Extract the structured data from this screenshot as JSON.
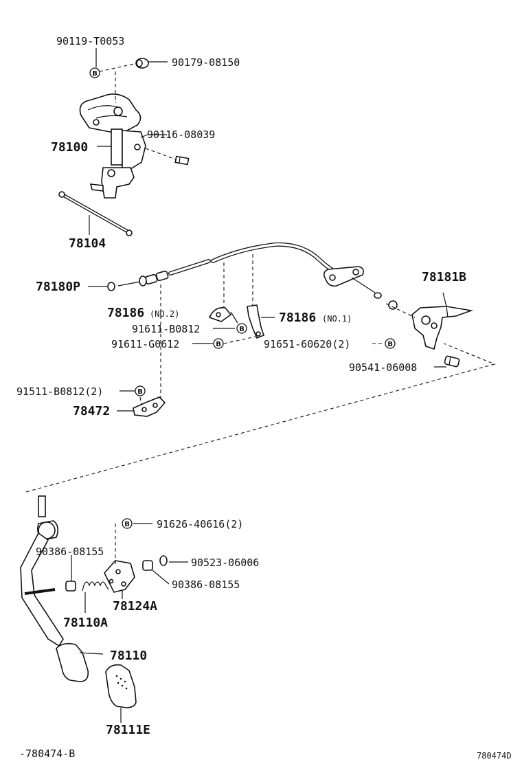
{
  "labels": {
    "p90119": "90119-T0053",
    "p90179": "90179-08150",
    "p90116": "90116-08039",
    "p78100": "78100",
    "p78104": "78104",
    "p78180": "78180P",
    "p78181": "78181B",
    "p78186a": "78186",
    "p78186a_note": "(NO.2)",
    "p91611b": "91611-B0812",
    "p78186b": "78186",
    "p78186b_note": "(NO.1)",
    "p91611g": "91611-G0612",
    "p91651": "91651-60620(2)",
    "p90541": "90541-06008",
    "p91511": "91511-B0812(2)",
    "p78472": "78472",
    "p91626": "91626-40616(2)",
    "p90386a": "90386-08155",
    "p90523": "90523-06006",
    "p90386b": "90386-08155",
    "p78124": "78124A",
    "p78110a": "78110A",
    "p78110": "78110",
    "p78111": "78111E"
  },
  "badge_letter": "B",
  "footer": {
    "left": "-780474-B",
    "right": "780474D"
  }
}
